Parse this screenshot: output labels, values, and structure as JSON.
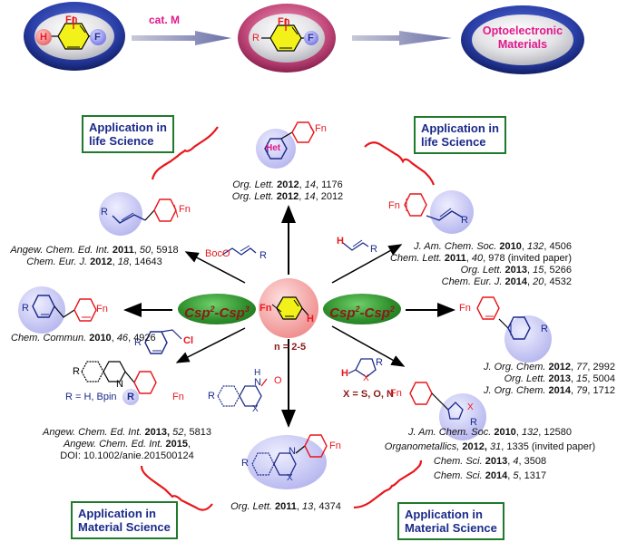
{
  "top_scheme": {
    "start_substituents": {
      "left": "H",
      "right": "F",
      "top": "Fn"
    },
    "catalyst_label": "cat. M",
    "product_substituents": {
      "left": "R",
      "right": "F",
      "top": "Fn"
    },
    "target_label_line1": "Optoelectronic",
    "target_label_line2": "Materials"
  },
  "center": {
    "substrate_labels": {
      "fn": "Fn",
      "h": "H"
    },
    "n_range": "n = 2-5",
    "badge_left": "Csp2-Csp3",
    "badge_right": "Csp2-Csp2"
  },
  "application_boxes": [
    {
      "line1": "Application in",
      "line2": "life Science"
    },
    {
      "line1": "Application in",
      "line2": "life Science"
    },
    {
      "line1": "Application in",
      "line2": "Material Science"
    },
    {
      "line1": "Application in",
      "line2": "Material Science"
    }
  ],
  "reagents": {
    "allyl": {
      "left": "BocO",
      "right": "R"
    },
    "alkene": {
      "left": "H",
      "right": "R"
    },
    "benzyl": {
      "left": "R",
      "right": "Cl"
    },
    "heteroarene": {
      "h": "H",
      "r": "R",
      "x": "X",
      "note": "X = S, O, N"
    },
    "quinoxalinone": {
      "r": "R",
      "nh": "H",
      "n": "N",
      "o": "O",
      "x": "X"
    }
  },
  "products": {
    "het_biaryl": {
      "het": "Het",
      "fn": "Fn"
    },
    "allyl_arene": {
      "r": "R",
      "fn": "Fn"
    },
    "styrene": {
      "fn": "Fn",
      "r": "R"
    },
    "diarylmethane": {
      "r": "R",
      "fn": "Fn"
    },
    "biaryl": {
      "fn": "Fn",
      "r": "R"
    },
    "quinoline": {
      "r": "R",
      "n": "N",
      "fn": "Fn",
      "r2": "R",
      "note": "R = H, Bpin"
    },
    "quinoxaline": {
      "r": "R",
      "n": "N",
      "x": "X",
      "fn": "Fn"
    },
    "heteroaryl": {
      "fn": "Fn",
      "x": "X",
      "r": "R"
    }
  },
  "references": {
    "top": [
      {
        "journal": "Org. Lett.",
        "year": "2012",
        "vol": "14",
        "page": "1176"
      },
      {
        "journal": "Org. Lett.",
        "year": "2012",
        "vol": "14",
        "page": "2012"
      }
    ],
    "upper_left": [
      {
        "journal": "Angew. Chem. Ed. Int.",
        "year": "2011",
        "vol": "50",
        "page": "5918"
      },
      {
        "journal": "Chem. Eur. J.",
        "year": "2012",
        "vol": "18",
        "page": "14643"
      }
    ],
    "upper_right": [
      {
        "journal": "J. Am. Chem. Soc.",
        "year": "2010",
        "vol": "132",
        "page": "4506"
      },
      {
        "journal": "Chem. Lett.",
        "year": "2011",
        "vol": "40",
        "page": "978 (invited paper)"
      },
      {
        "journal": "Org. Lett.",
        "year": "2013",
        "vol": "15",
        "page": "5266"
      },
      {
        "journal": "Chem. Eur. J.",
        "year": "2014",
        "vol": "20",
        "page": "4532"
      }
    ],
    "left": [
      {
        "journal": "Chem. Commun.",
        "year": "2010",
        "vol": "46",
        "page": "4926"
      }
    ],
    "right": [
      {
        "journal": "J. Org. Chem.",
        "year": "2012",
        "vol": "77",
        "page": "2992"
      },
      {
        "journal": "Org. Lett.",
        "year": "2013",
        "vol": "15",
        "page": "5004"
      },
      {
        "journal": "J. Org. Chem.",
        "year": "2014",
        "vol": "79",
        "page": "1712"
      }
    ],
    "lower_left": [
      {
        "journal": "Angew. Chem. Ed. Int.",
        "year": "2013,",
        "vol": "52",
        "page": "5813"
      },
      {
        "journal": "Angew. Chem. Ed. Int.",
        "year": "2015",
        "vol": "",
        "page": ""
      },
      {
        "journal": "",
        "year": "",
        "vol": "",
        "page": "DOI: 10.1002/anie.201500124"
      }
    ],
    "bottom": [
      {
        "journal": "Org. Lett.",
        "year": "2011",
        "vol": "13",
        "page": "4374"
      }
    ],
    "lower_right": [
      {
        "journal": "J. Am. Chem. Soc.",
        "year": "2010",
        "vol": "132",
        "page": "12580"
      },
      {
        "journal": "Organometallics,",
        "year": "2012,",
        "vol": "31",
        "page": "1335 (invited paper)"
      },
      {
        "journal": "Chem. Sci.",
        "year": "2013",
        "vol": "4",
        "page": "3508"
      },
      {
        "journal": "Chem. Sci.",
        "year": "2014",
        "vol": "5",
        "page": "1317"
      }
    ]
  },
  "colors": {
    "red": "#e8171c",
    "navy": "#1b2a8a",
    "magenta": "#e0198a",
    "green_border": "#1f7a2c",
    "lavender": "#c8c8f5",
    "pink_circle": "#f5a0a0",
    "yellow": "#f2f21a"
  }
}
